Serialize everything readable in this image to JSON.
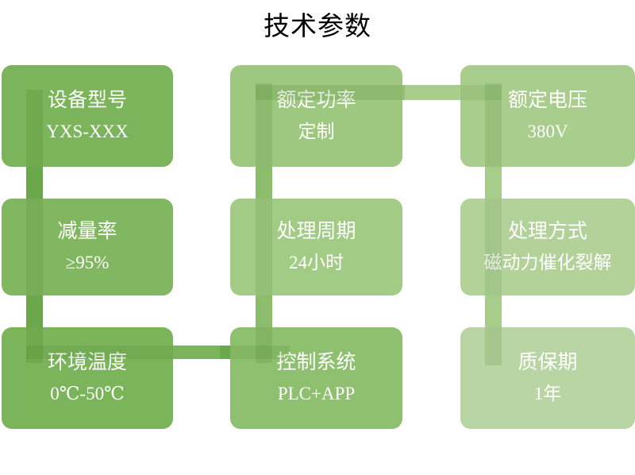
{
  "title": "技术参数",
  "colors": {
    "background": "#ffffff",
    "title_text": "#000000",
    "card_text": "#ffffff",
    "green_1": "#7cb45b",
    "green_2": "#9ec87f",
    "green_3": "#a9cd8d",
    "green_4": "#82b762",
    "green_5": "#a2cb86",
    "green_6": "#b2d29a",
    "green_7": "#7cb45b",
    "green_8": "#8fc06f",
    "green_9": "#b8d5a3",
    "accent_dark": "#6ba84c",
    "accent_mid": "#8cbd6d",
    "accent_light": "#a6cd8a",
    "connector_1": "#6ba84c",
    "connector_2": "#a9cd8d",
    "connector_3": "#7cb45b"
  },
  "cards": [
    {
      "id": "device-model",
      "title": "设备型号",
      "value": "YXS-XXX"
    },
    {
      "id": "rated-power",
      "title": "额定功率",
      "value": "定制"
    },
    {
      "id": "rated-voltage",
      "title": "额定电压",
      "value": "380V"
    },
    {
      "id": "reduction-rate",
      "title": "减量率",
      "value": "≥95%"
    },
    {
      "id": "treatment-cycle",
      "title": "处理周期",
      "value": "24小时"
    },
    {
      "id": "treatment-method",
      "title": "处理方式",
      "value": "磁动力催化裂解"
    },
    {
      "id": "ambient-temperature",
      "title": "环境温度",
      "value": "0℃-50℃"
    },
    {
      "id": "control-system",
      "title": "控制系统",
      "value": "PLC+APP"
    },
    {
      "id": "warranty-period",
      "title": "质保期",
      "value": "1年"
    }
  ]
}
